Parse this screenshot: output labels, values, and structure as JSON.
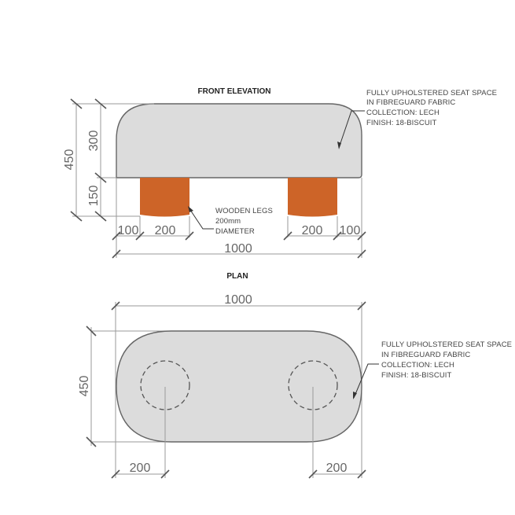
{
  "front_elevation": {
    "title": "FRONT ELEVATION",
    "dims": {
      "total_height": "450",
      "seat_height": "300",
      "leg_height": "150",
      "left_offset": "100",
      "left_leg": "200",
      "right_leg": "200",
      "right_offset": "100",
      "total_width": "1000"
    },
    "seat_note": [
      "FULLY UPHOLSTERED SEAT SPACE",
      "IN FIBREGUARD FABRIC",
      "COLLECTION: LECH",
      "FINISH: 18-BISCUIT"
    ],
    "leg_note": [
      "WOODEN LEGS",
      "200mm",
      "DIAMETER"
    ]
  },
  "plan": {
    "title": "PLAN",
    "dims": {
      "total_width": "1000",
      "depth": "450",
      "left_leg_center": "200",
      "right_leg_center": "200"
    },
    "seat_note": [
      "FULLY UPHOLSTERED SEAT SPACE",
      "IN FIBREGUARD FABRIC",
      "COLLECTION: LECH",
      "FINISH: 18-BISCUIT"
    ]
  },
  "colors": {
    "upholstery": "#dcdcdc",
    "wooden_legs": "#cd6428",
    "outline": "#666666",
    "dimension_lines": "#9a9a9a"
  }
}
